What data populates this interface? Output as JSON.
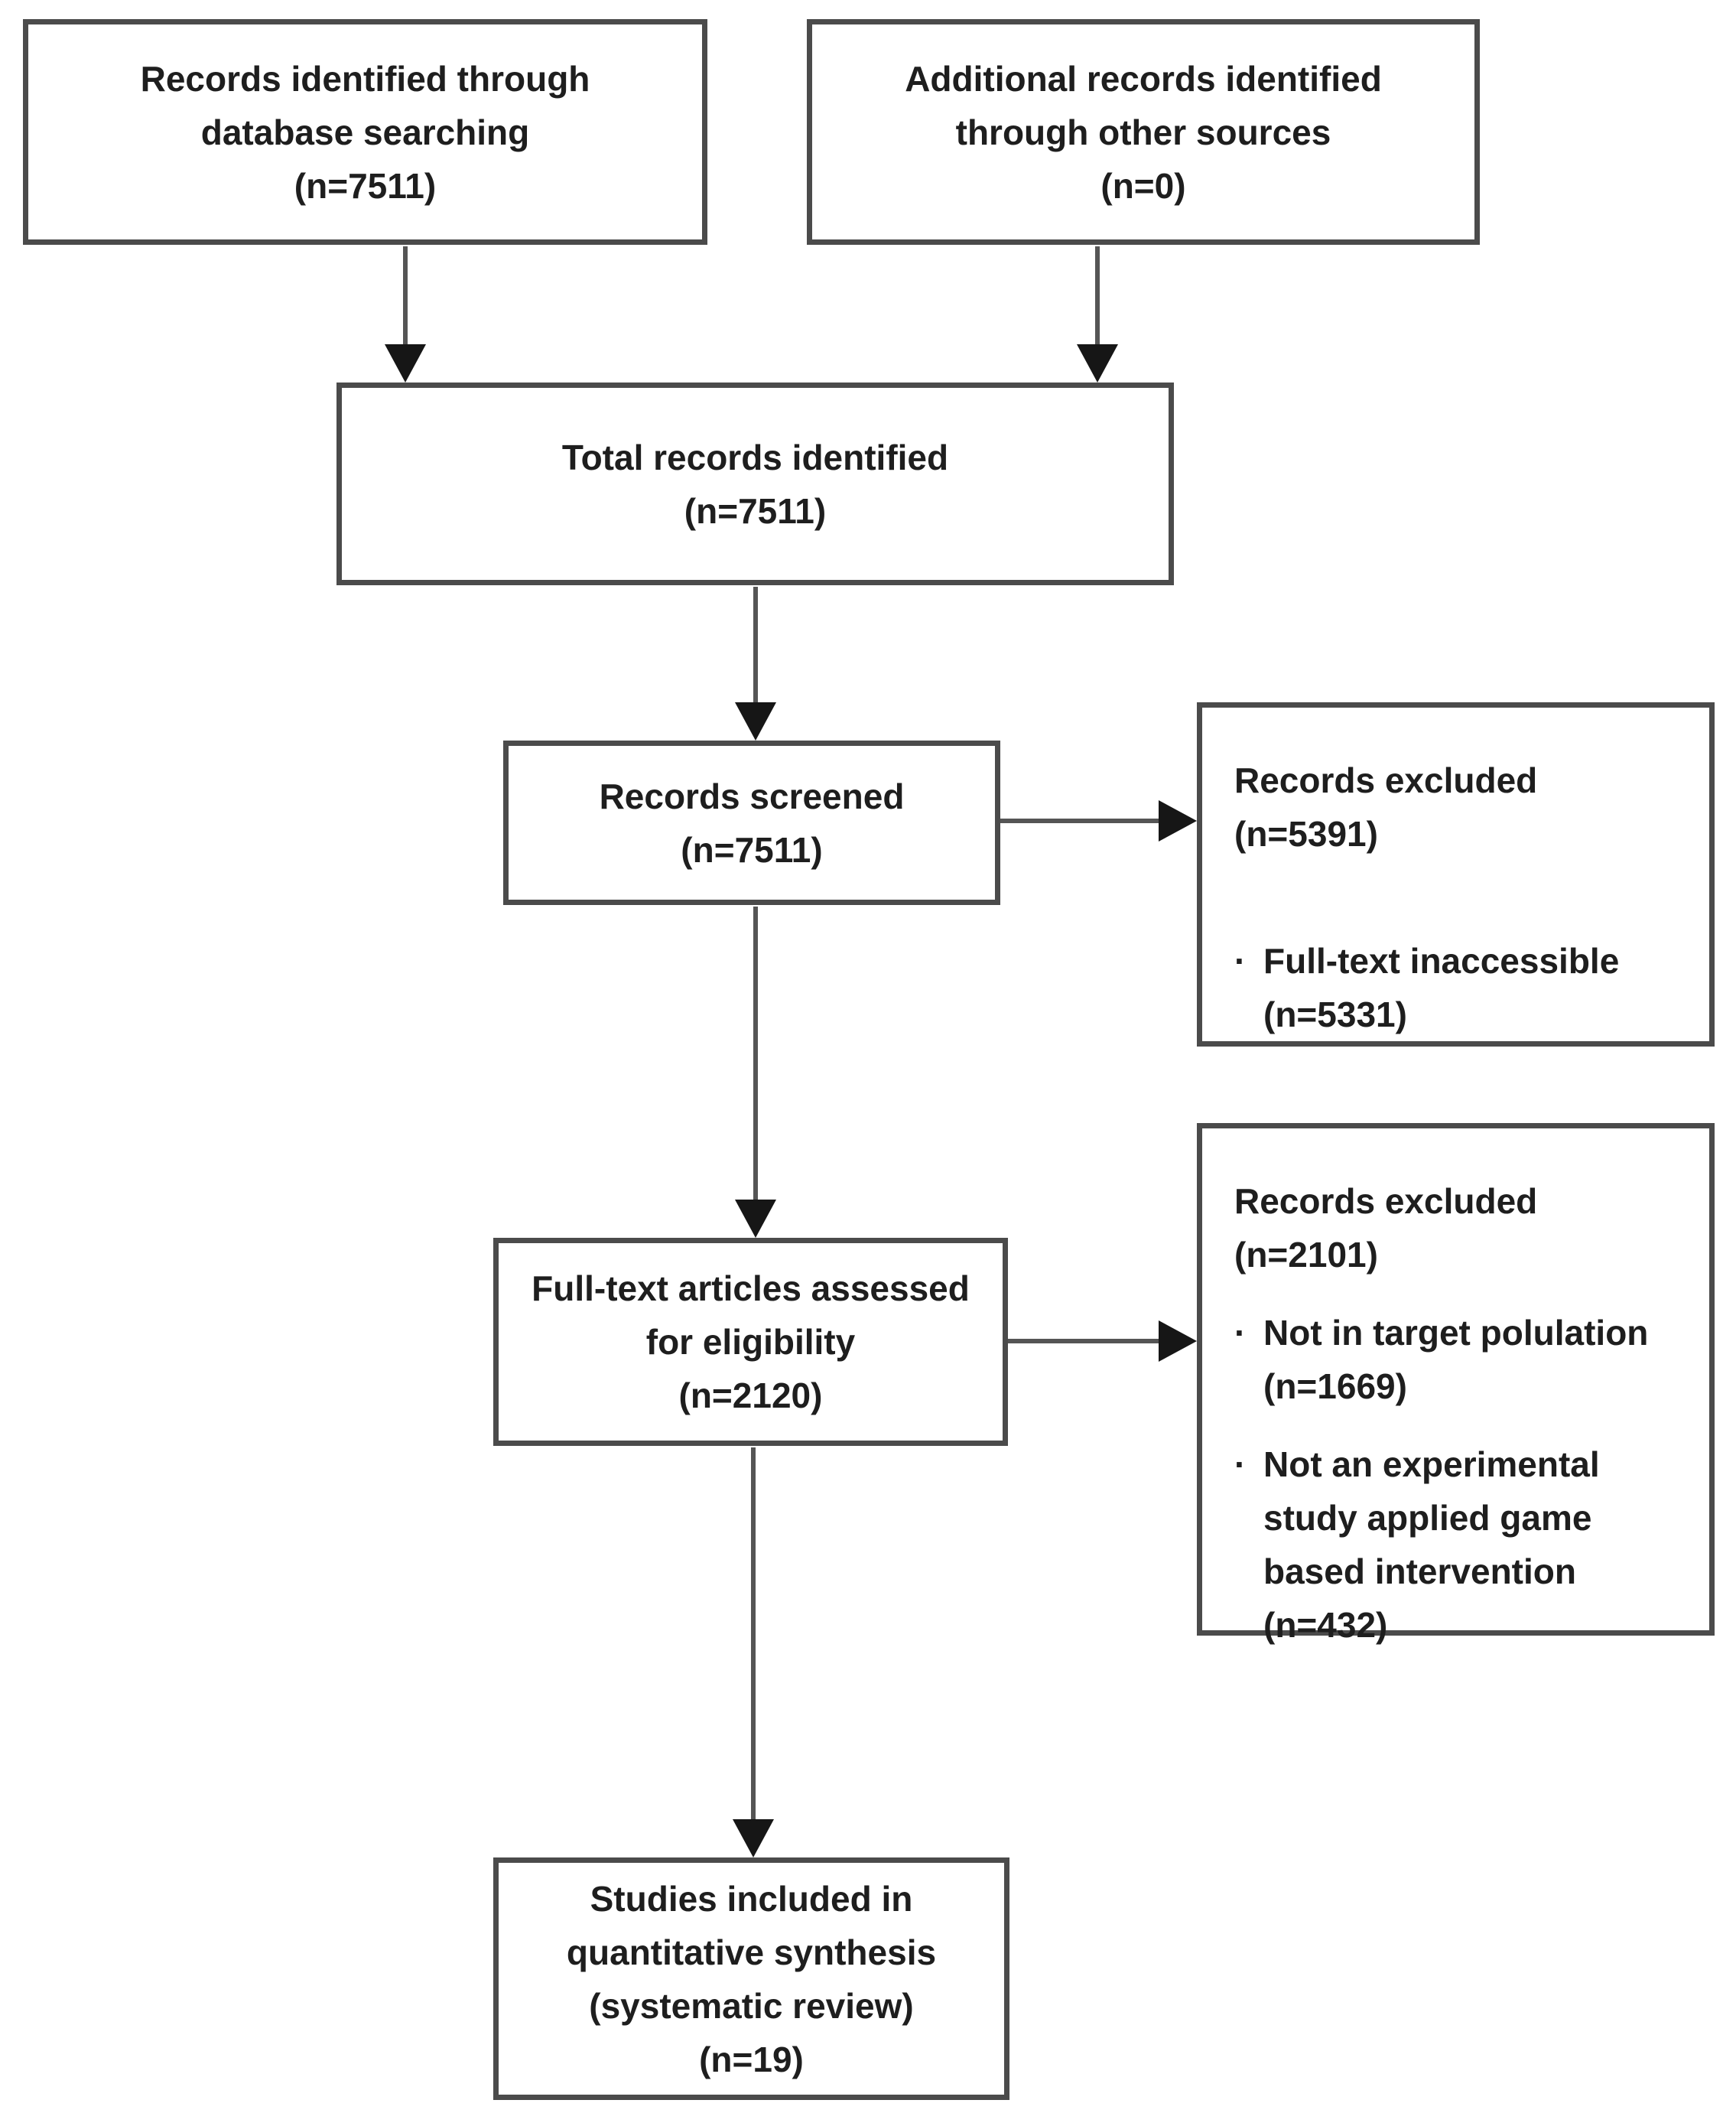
{
  "glyphs": {
    "bullet": "·"
  },
  "colors": {
    "background": "#ffffff",
    "box_fill": "#ffffff",
    "border": "#4b4b4b",
    "text": "#1e1e1e",
    "arrow": "#555555",
    "arrowhead": "#161616"
  },
  "boxes": {
    "identified_database": {
      "text": "Records identified through\ndatabase searching\n(n=7511)"
    },
    "additional_sources": {
      "text": "Additional records identified\nthrough other sources\n(n=0)"
    },
    "total_identified": {
      "text": "Total records identified\n(n=7511)"
    },
    "records_screened": {
      "text": "Records screened\n(n=7511)"
    },
    "excluded_screening": {
      "title": "Records excluded\n(n=5391)",
      "bullets": [
        "Full-text inaccessible\n(n=5331)"
      ]
    },
    "fulltext_assessed": {
      "text": "Full-text articles assessed\nfor eligibility\n(n=2120)"
    },
    "excluded_fulltext": {
      "title": "Records excluded\n(n=2101)",
      "bullets": [
        "Not in target polulation\n(n=1669)",
        "Not an experimental\nstudy applied game\nbased intervention\n(n=432)"
      ]
    },
    "studies_included": {
      "text": "Studies included in\nquantitative synthesis\n(systematic review)\n(n=19)"
    }
  }
}
